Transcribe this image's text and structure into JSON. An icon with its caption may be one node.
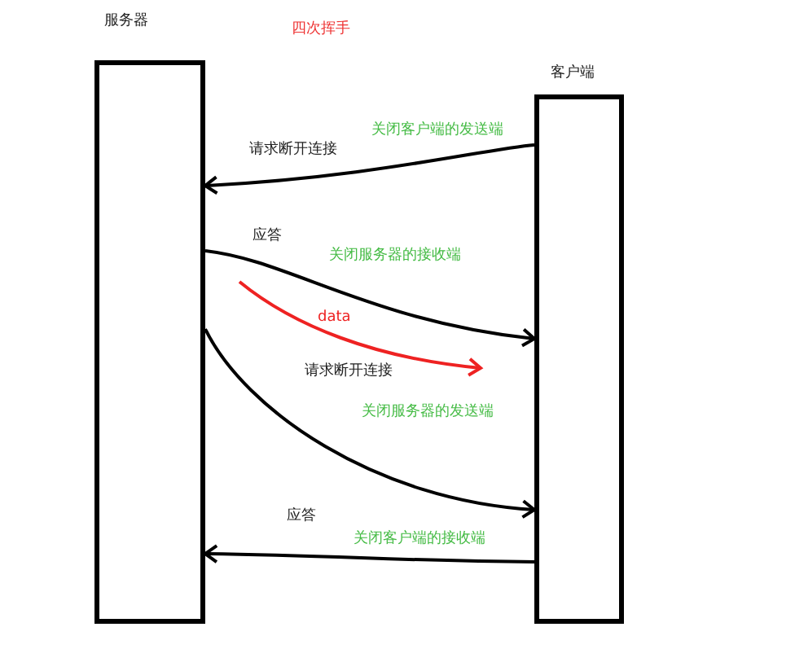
{
  "diagram": {
    "title": "四次挥手",
    "nodes": [
      {
        "text": [
          "服务器"
        ]
      },
      {
        "text": [
          "客户端"
        ]
      }
    ],
    "edges": [
      {
        "from": 1,
        "to": 0,
        "arrow": "to",
        "label": "请求断开连接"
      },
      {
        "from": 0,
        "to": 1,
        "arrow": "to",
        "label": "应答"
      },
      {
        "from": 0,
        "to": 1,
        "arrow": "to",
        "label": "请求断开连接"
      },
      {
        "from": 1,
        "to": 0,
        "arrow": "to",
        "label": "应答"
      }
    ],
    "labels": [
      "关闭客户端的发送端",
      "关闭服务器的接收端",
      "data",
      "关闭服务器的发送端",
      "关闭客户端的接收端"
    ]
  }
}
